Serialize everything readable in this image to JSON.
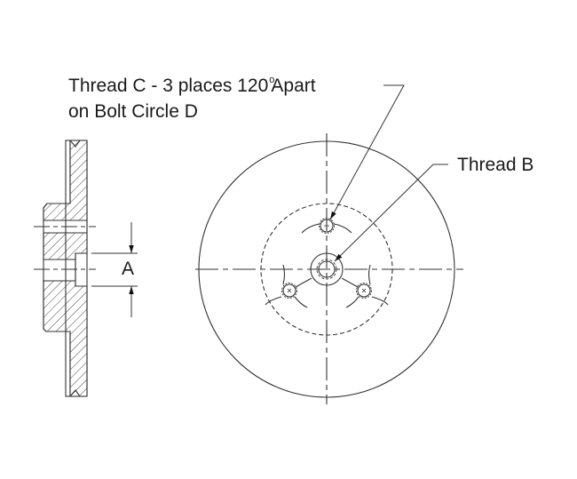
{
  "diagram": {
    "type": "mechanical-engineering-drawing",
    "title": "Pulley / Disc with threaded hub – side section and front views",
    "colors": {
      "line": "#333333",
      "text": "#1a1a1a",
      "background": "#ffffff"
    },
    "annotations": {
      "thread_c": {
        "line1_before_deg": "Thread C - 3 places 120",
        "degree_symbol": "o",
        "line1_after_deg": "Apart",
        "line2": "on Bolt Circle D"
      },
      "thread_b": "Thread B",
      "dimension_a": "A"
    },
    "views": [
      {
        "name": "side-section-view",
        "features": [
          "hatched section",
          "rim",
          "hub",
          "bolt hole",
          "center bore with counterbore",
          "dimension A"
        ]
      },
      {
        "name": "front-view",
        "features": [
          "outer circle",
          "bolt circle D (dashed)",
          "3 bolt holes at 120 degrees",
          "center threaded bore",
          "centerlines"
        ]
      }
    ]
  }
}
